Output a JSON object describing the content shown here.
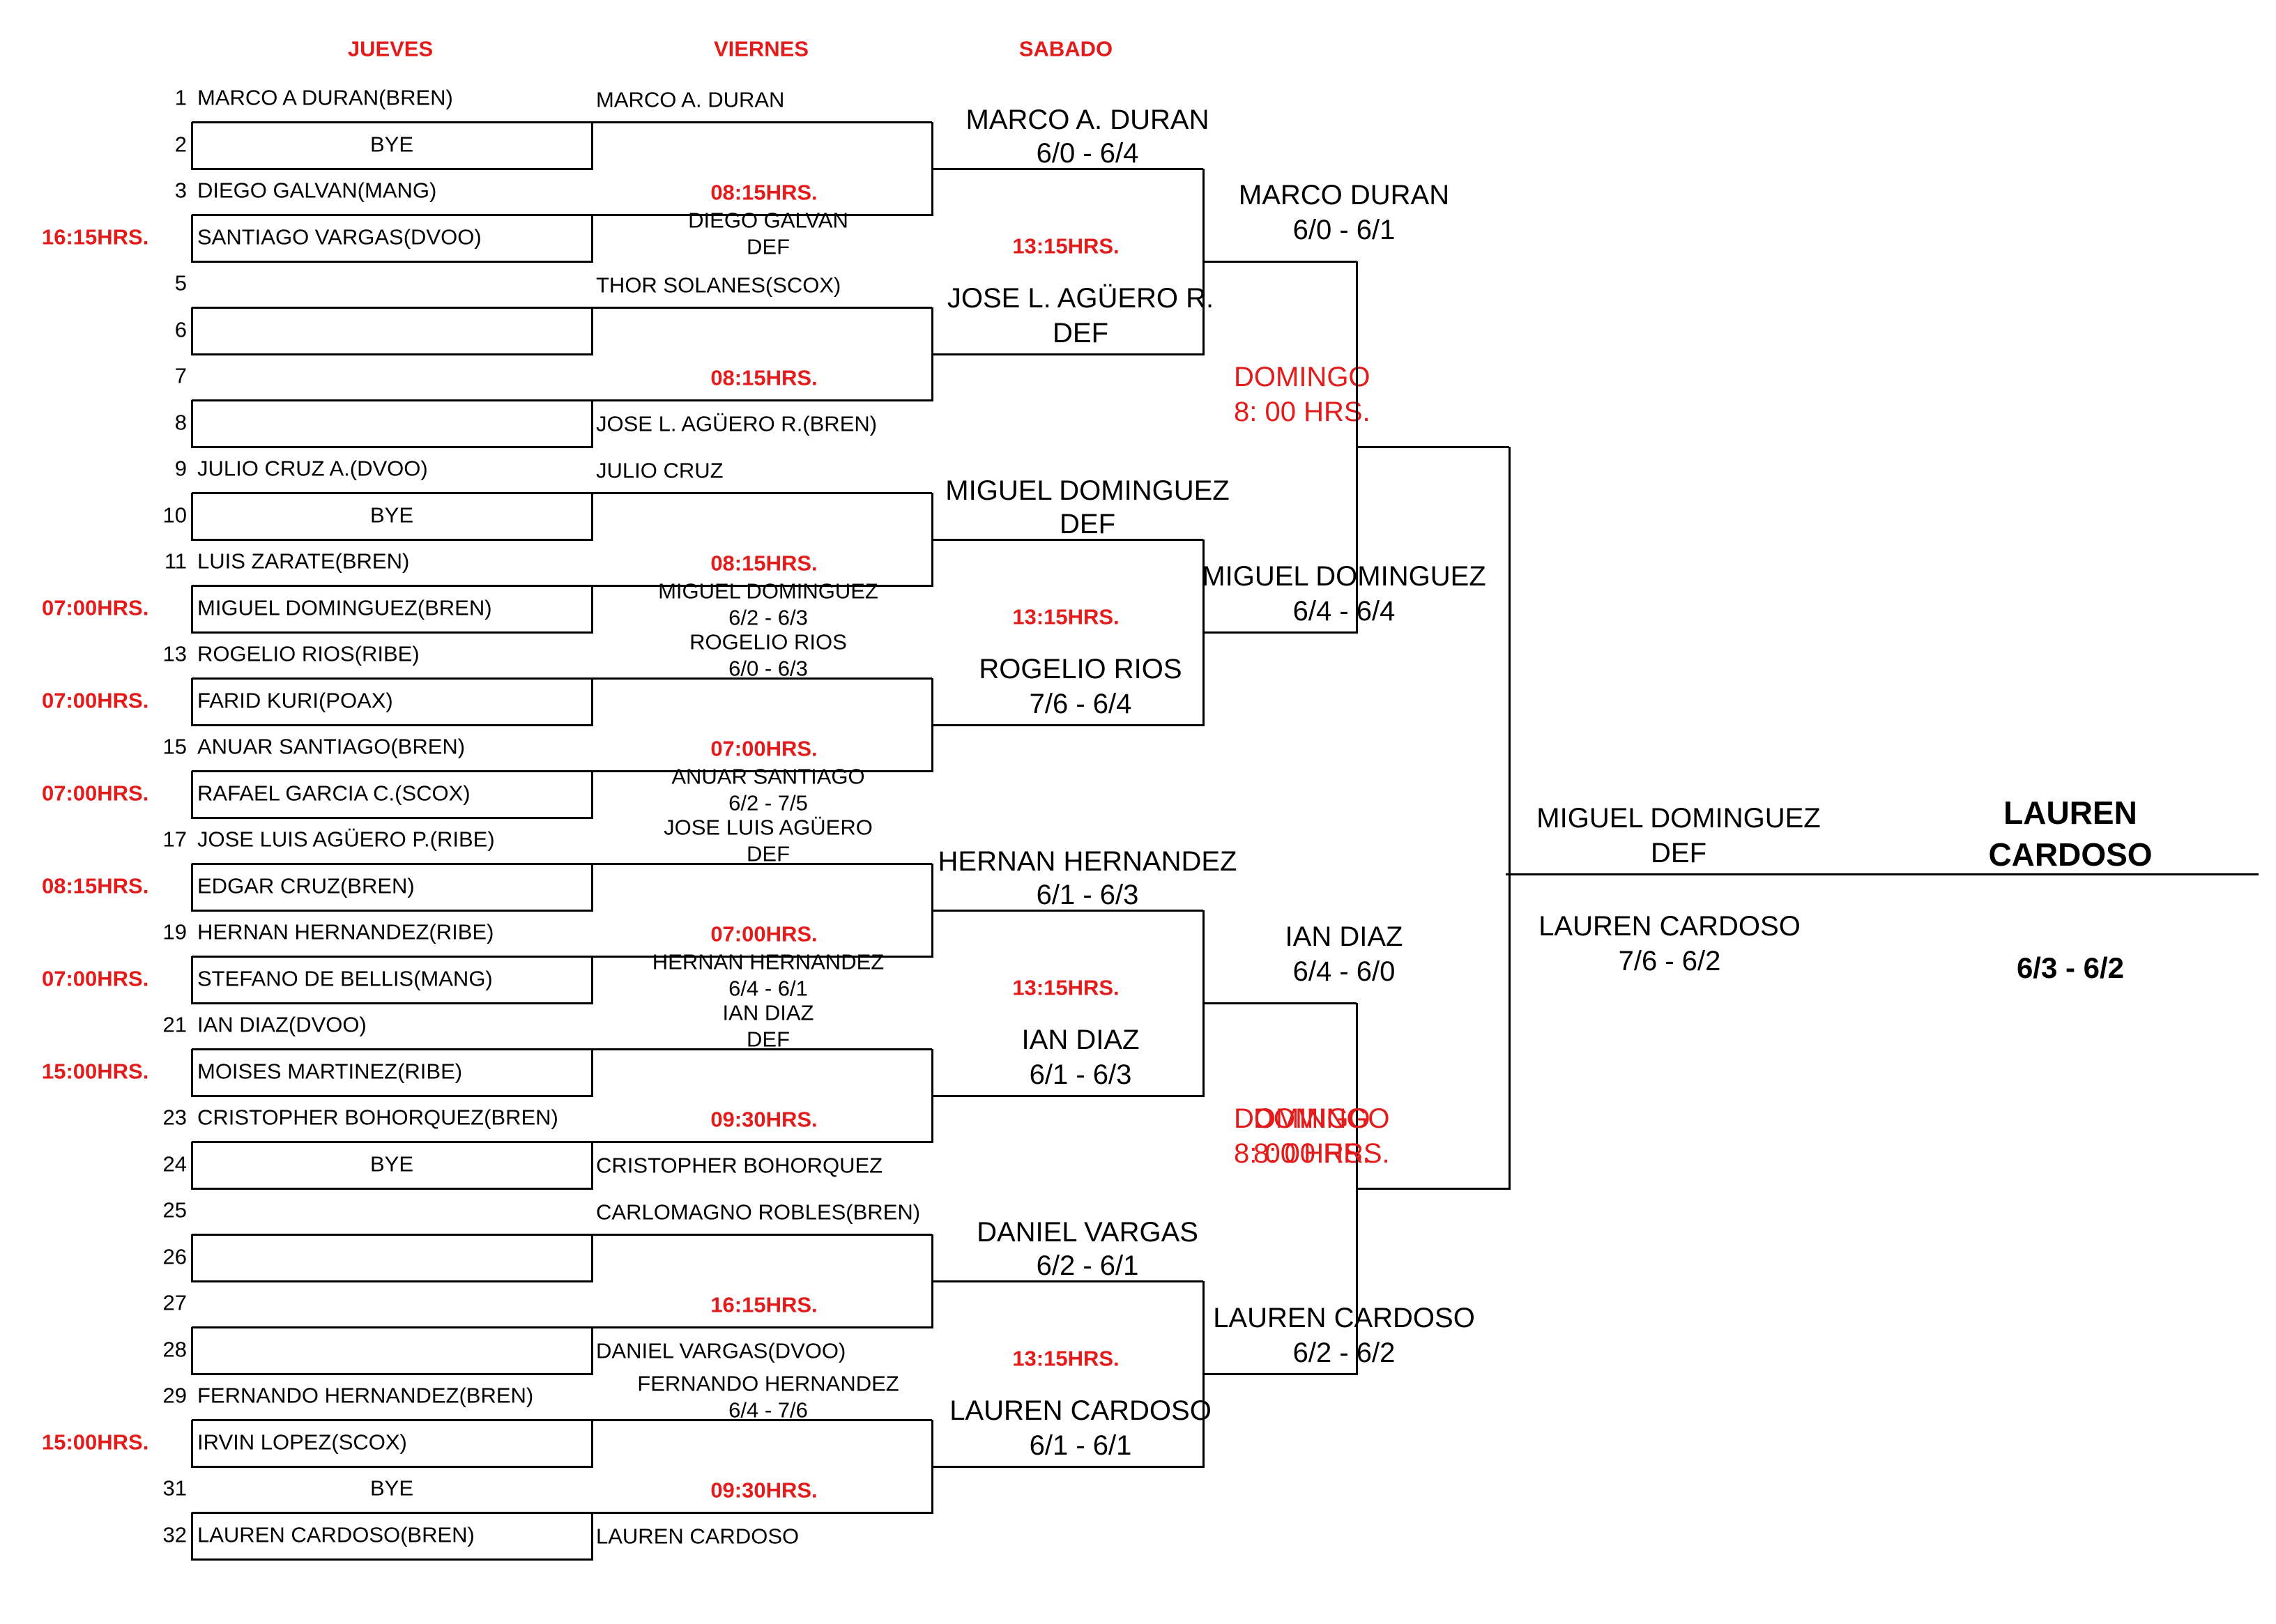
{
  "headers": {
    "jueves": "JUEVES",
    "viernes": "VIERNES",
    "sabado": "SABADO"
  },
  "colors": {
    "red": "#e31b1b",
    "line": "#000000"
  },
  "draw": [
    {
      "number": "1",
      "name": "MARCO A DURAN(BREN)"
    },
    {
      "number": "2",
      "name": "BYE"
    },
    {
      "number": "3",
      "name": "DIEGO GALVAN(MANG)"
    },
    {
      "number": "",
      "name": "SANTIAGO VARGAS(DVOO)",
      "time": "16:15HRS."
    },
    {
      "number": "5",
      "name": ""
    },
    {
      "number": "6",
      "name": ""
    },
    {
      "number": "7",
      "name": ""
    },
    {
      "number": "8",
      "name": ""
    },
    {
      "number": "9",
      "name": "JULIO CRUZ A.(DVOO)"
    },
    {
      "number": "10",
      "name": "BYE"
    },
    {
      "number": "11",
      "name": "LUIS ZARATE(BREN)"
    },
    {
      "number": "",
      "name": "MIGUEL DOMINGUEZ(BREN)",
      "time": "07:00HRS."
    },
    {
      "number": "13",
      "name": "ROGELIO RIOS(RIBE)"
    },
    {
      "number": "",
      "name": "FARID KURI(POAX)",
      "time": "07:00HRS."
    },
    {
      "number": "15",
      "name": "ANUAR SANTIAGO(BREN)"
    },
    {
      "number": "",
      "name": "RAFAEL GARCIA C.(SCOX)",
      "time": "07:00HRS."
    },
    {
      "number": "17",
      "name": "JOSE LUIS AGÜERO P.(RIBE)"
    },
    {
      "number": "",
      "name": "EDGAR CRUZ(BREN)",
      "time": "08:15HRS."
    },
    {
      "number": "19",
      "name": "HERNAN HERNANDEZ(RIBE)"
    },
    {
      "number": "",
      "name": "STEFANO DE BELLIS(MANG)",
      "time": "07:00HRS."
    },
    {
      "number": "21",
      "name": "IAN DIAZ(DVOO)"
    },
    {
      "number": "",
      "name": "MOISES MARTINEZ(RIBE)",
      "time": "15:00HRS."
    },
    {
      "number": "23",
      "name": "CRISTOPHER BOHORQUEZ(BREN)"
    },
    {
      "number": "24",
      "name": "BYE"
    },
    {
      "number": "25",
      "name": ""
    },
    {
      "number": "26",
      "name": ""
    },
    {
      "number": "27",
      "name": ""
    },
    {
      "number": "28",
      "name": ""
    },
    {
      "number": "29",
      "name": "FERNANDO HERNANDEZ(BREN)"
    },
    {
      "number": "",
      "name": "IRVIN LOPEZ(SCOX)",
      "time": "15:00HRS."
    },
    {
      "number": "31",
      "name": "BYE"
    },
    {
      "number": "32",
      "name": "LAUREN CARDOSO(BREN)"
    }
  ],
  "round2": [
    {
      "text": "MARCO A. DURAN"
    },
    {
      "time": "08:15HRS.",
      "text": "DIEGO GALVAN",
      "score": "DEF"
    },
    {
      "text": "THOR SOLANES(SCOX)"
    },
    {
      "time": "08:15HRS.",
      "text": "JOSE L. AGÜERO R.(BREN)"
    },
    {
      "text": "JULIO CRUZ"
    },
    {
      "time": "08:15HRS.",
      "text": "MIGUEL DOMINGUEZ",
      "score": "6/2  -  6/3"
    },
    {
      "text": "ROGELIO RIOS",
      "score": "6/0 - 6/3"
    },
    {
      "time": "07:00HRS.",
      "text": "ANUAR SANTIAGO",
      "score": "6/2 - 7/5"
    },
    {
      "text": "JOSE LUIS AGÜERO",
      "score": "DEF"
    },
    {
      "time": "07:00HRS.",
      "text": "HERNAN HERNANDEZ",
      "score": "6/4  - 6/1"
    },
    {
      "text": "IAN DIAZ",
      "score": "DEF"
    },
    {
      "time": "09:30HRS.",
      "text": "CRISTOPHER BOHORQUEZ"
    },
    {
      "text": "CARLOMAGNO ROBLES(BREN)"
    },
    {
      "time": "16:15HRS.",
      "text": "DANIEL VARGAS(DVOO)"
    },
    {
      "text": "FERNANDO HERNANDEZ",
      "score": "6/4  -  7/6"
    },
    {
      "time": "09:30HRS.",
      "text": "LAUREN CARDOSO"
    }
  ],
  "round3": [
    {
      "text": "MARCO A. DURAN",
      "score": "6/0 - 6/4"
    },
    {
      "time": "13:15HRS.",
      "text": "JOSE L. AGÜERO R.",
      "score": "DEF"
    },
    {
      "text": "MIGUEL  DOMINGUEZ",
      "score": "DEF"
    },
    {
      "time": "13:15HRS.",
      "text": "ROGELIO RIOS",
      "score": "7/6 - 6/4"
    },
    {
      "text": "HERNAN HERNANDEZ",
      "score": "6/1 - 6/3"
    },
    {
      "time": "13:15HRS.",
      "text": "IAN DIAZ",
      "score": "6/1 - 6/3"
    },
    {
      "text": "DANIEL VARGAS",
      "score": "6/2  -  6/1"
    },
    {
      "time": "13:15HRS.",
      "text": "LAUREN CARDOSO",
      "score": "6/1 - 6/1"
    }
  ],
  "round4": [
    {
      "text": "MARCO DURAN",
      "score": "6/0  -  6/1"
    },
    {
      "day": "DOMINGO",
      "time": "8: 00 HRS.",
      "text": "MIGUEL DOMINGUEZ",
      "score": "6/4  -  6/4"
    },
    {
      "text": "IAN DIAZ",
      "score": "6/4  -  6/0"
    },
    {
      "day": "DOMINGO",
      "time": "8: 00 HRS.",
      "text": "LAUREN CARDOSO",
      "score": "6/2  -  6/2"
    }
  ],
  "round5": [
    {
      "text": "MIGUEL DOMINGUEZ",
      "score": "DEF"
    },
    {
      "text": "LAUREN CARDOSO",
      "score": "7/6 - 6/2"
    }
  ],
  "champion": {
    "line1": "LAUREN",
    "line2": "CARDOSO",
    "score": "6/3  -  6/2"
  }
}
